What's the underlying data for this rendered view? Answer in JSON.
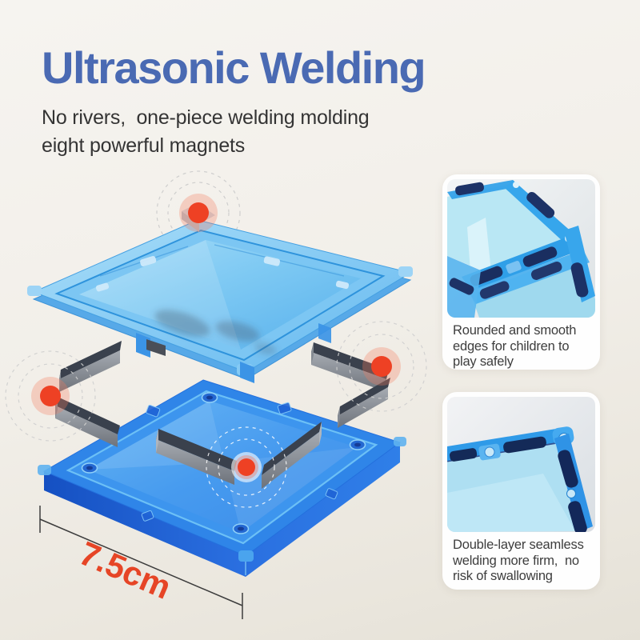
{
  "header": {
    "title": "Ultrasonic Welding",
    "title_color": "#4a6ab3",
    "subtitle": "No rivers,  one-piece welding molding\neight powerful magnets"
  },
  "diagram": {
    "dimension_label": "7.5cm",
    "colors": {
      "dimension_red": "#e64526",
      "marker_red": "#ee4124",
      "tile_top_blue": "#7cc6f3",
      "tile_bottom_blue": "#2f85e8",
      "magnet_dark": "#3a414d"
    },
    "magnet_marker_count": 4
  },
  "cards": [
    {
      "caption": "Rounded and smooth\nedges for children to\nplay safely"
    },
    {
      "caption": "Double-layer seamless\nwelding more firm,  no\nrisk of swallowing"
    }
  ]
}
